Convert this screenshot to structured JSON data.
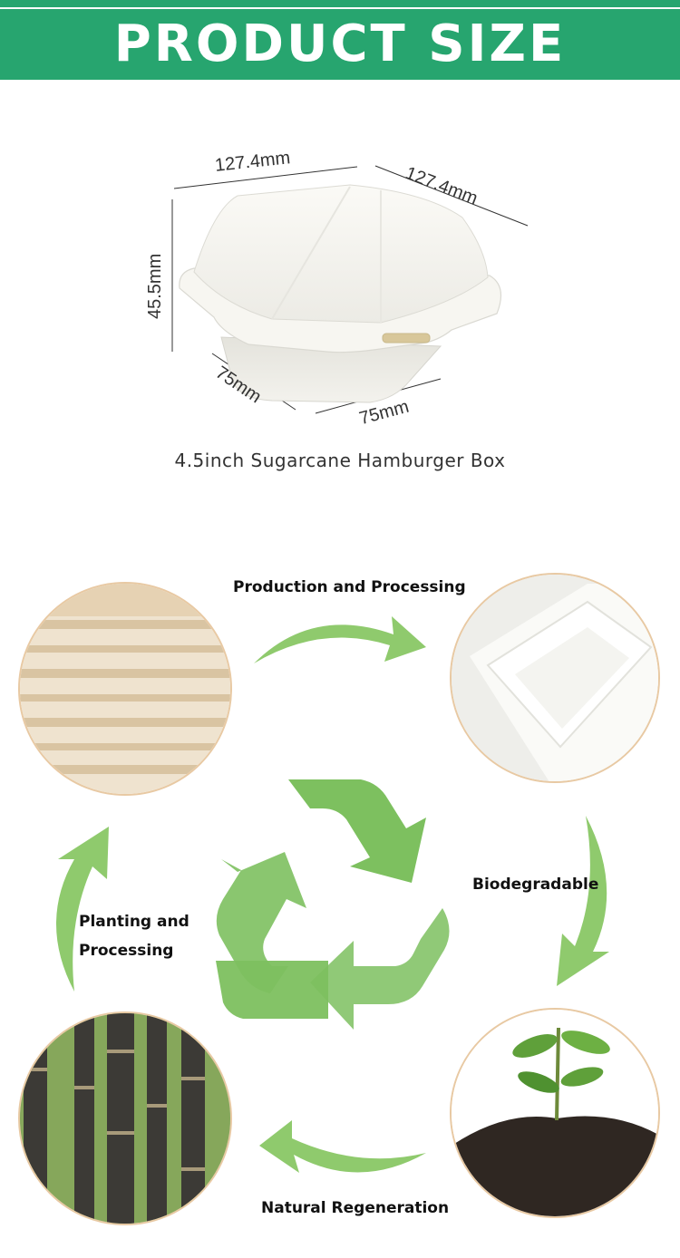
{
  "header": {
    "title": "PRODUCT SIZE"
  },
  "dimensions": {
    "top_front": "127.4mm",
    "top_side": "127.4mm",
    "height": "45.5mm",
    "bottom_left": "75mm",
    "bottom_right": "75mm"
  },
  "product": {
    "caption": "4.5inch Sugarcane Hamburger Box"
  },
  "cycle": {
    "production": "Production and Processing",
    "biodegradable": "Biodegradable",
    "natural": "Natural Regeneration",
    "planting_line1": "Planting and",
    "planting_line2": "Processing"
  },
  "colors": {
    "header": "#27a56f",
    "arrow_light": "#c9e7a0",
    "arrow_dark": "#6fba52",
    "recycle": "#7dc05f"
  }
}
